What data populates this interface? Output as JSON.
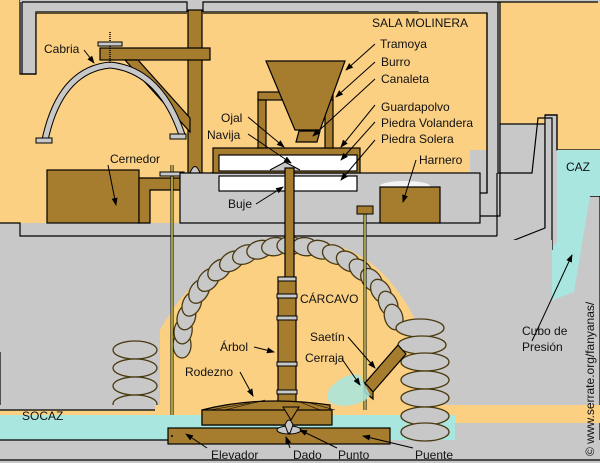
{
  "title": "SALA MOLINERA",
  "areas": {
    "sala": "SALA MOLINERA",
    "carcavo": "CÁRCAVO",
    "caz": "CAZ",
    "socaz": "SOCAZ"
  },
  "labels": {
    "cabria": "Cabria",
    "cernedor": "Cernedor",
    "tramoya": "Tramoya",
    "burro": "Burro",
    "canaleta": "Canaleta",
    "ojal": "Ojal",
    "navija": "Navija",
    "guardapolvo": "Guardapolvo",
    "piedra_volandera": "Piedra Volandera",
    "piedra_solera": "Piedra Solera",
    "buje": "Buje",
    "harnero": "Harnero",
    "cubo_de": "Cubo de",
    "presion": "Presión",
    "arbol": "Árbol",
    "rodezno": "Rodezno",
    "saetin": "Saetín",
    "cerraja": "Cerraja",
    "elevador": "Elevador",
    "dado": "Dado",
    "punto": "Punto",
    "puente": "Puente"
  },
  "credit": "© www.serrate.org/fanyanas/",
  "colors": {
    "background": "#FBD083",
    "wood": "#A67C2E",
    "wall": "#C8C8C8",
    "water": "#A8E6DF",
    "stone_white": "#FFFFFF"
  }
}
